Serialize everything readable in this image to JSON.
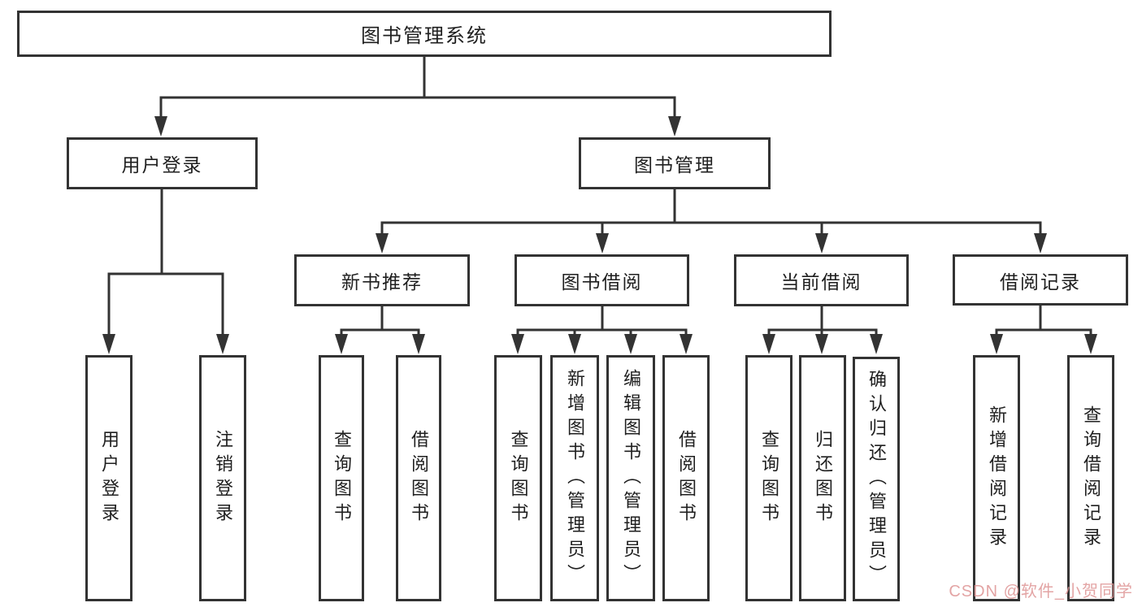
{
  "colors": {
    "line": "#333333",
    "box_border": "#333333",
    "text": "#1f1f1f",
    "background": "#ffffff",
    "watermark": "#de9494"
  },
  "tree": {
    "root": {
      "label": "图书管理系统"
    },
    "branches": [
      {
        "label": "用户登录",
        "children": [
          {
            "label": "用户登录"
          },
          {
            "label": "注销登录"
          }
        ]
      },
      {
        "label": "图书管理",
        "children": [
          {
            "label": "新书推荐",
            "children": [
              {
                "label": "查询图书"
              },
              {
                "label": "借阅图书"
              }
            ]
          },
          {
            "label": "图书借阅",
            "children": [
              {
                "label": "查询图书"
              },
              {
                "label": "新增图书（管理员）"
              },
              {
                "label": "编辑图书（管理员）"
              },
              {
                "label": "借阅图书"
              }
            ]
          },
          {
            "label": "当前借阅",
            "children": [
              {
                "label": "查询图书"
              },
              {
                "label": "归还图书"
              },
              {
                "label": "确认归还（管理员）"
              }
            ]
          },
          {
            "label": "借阅记录",
            "children": [
              {
                "label": "新增借阅记录"
              },
              {
                "label": "查询借阅记录"
              }
            ]
          }
        ]
      }
    ]
  },
  "watermark": {
    "text": "CSDN @软件_小贺同学"
  }
}
